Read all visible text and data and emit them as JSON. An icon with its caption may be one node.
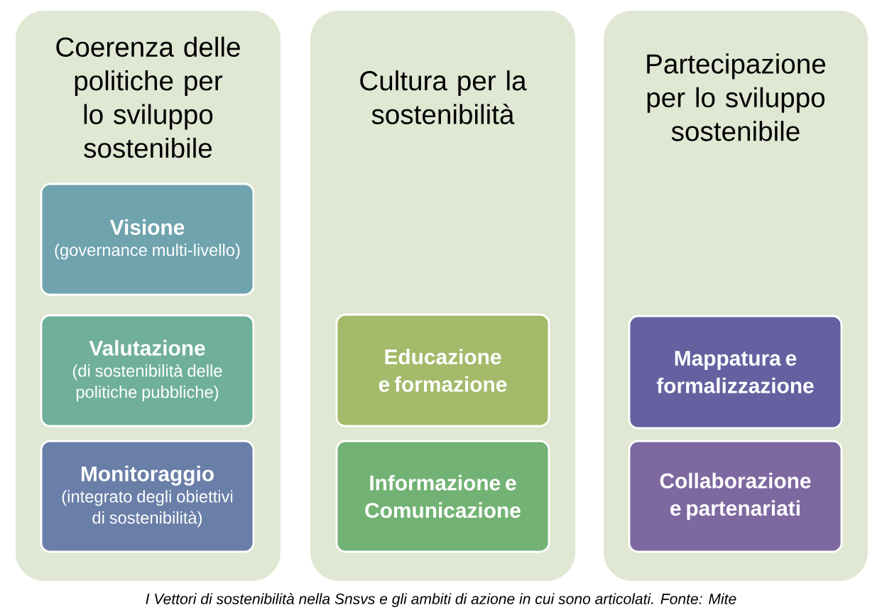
{
  "diagram": {
    "caption": "I Vettori di sostenibilità nella Snsvs e gli ambiti di azione in cui sono articolati. Fonte: Mite",
    "nodes": [
      {
        "text": [
          "Coerenza delle politiche per lo sviluppo sostenibile"
        ]
      },
      {
        "text": [
          "Visione",
          "(governance multi-livello)"
        ],
        "in": 0
      },
      {
        "text": [
          "Valutazione",
          "(di sostenibilità delle politiche pubbliche)"
        ],
        "in": 0
      },
      {
        "text": [
          "Monitoraggio",
          "(integrato degli obiettivi di sostenibilità)"
        ],
        "in": 0
      },
      {
        "text": [
          "Cultura per la sostenibilità"
        ]
      },
      {
        "text": [
          "Educazione e formazione"
        ],
        "in": 4
      },
      {
        "text": [
          "Informazione e Comunicazione"
        ],
        "in": 4
      },
      {
        "text": [
          "Partecipazione per lo sviluppo sostenibile"
        ]
      },
      {
        "text": [
          "Mappatura e formalizzazione"
        ],
        "in": 7
      },
      {
        "text": [
          "Collaborazione e partenariati"
        ],
        "in": 7
      }
    ]
  }
}
